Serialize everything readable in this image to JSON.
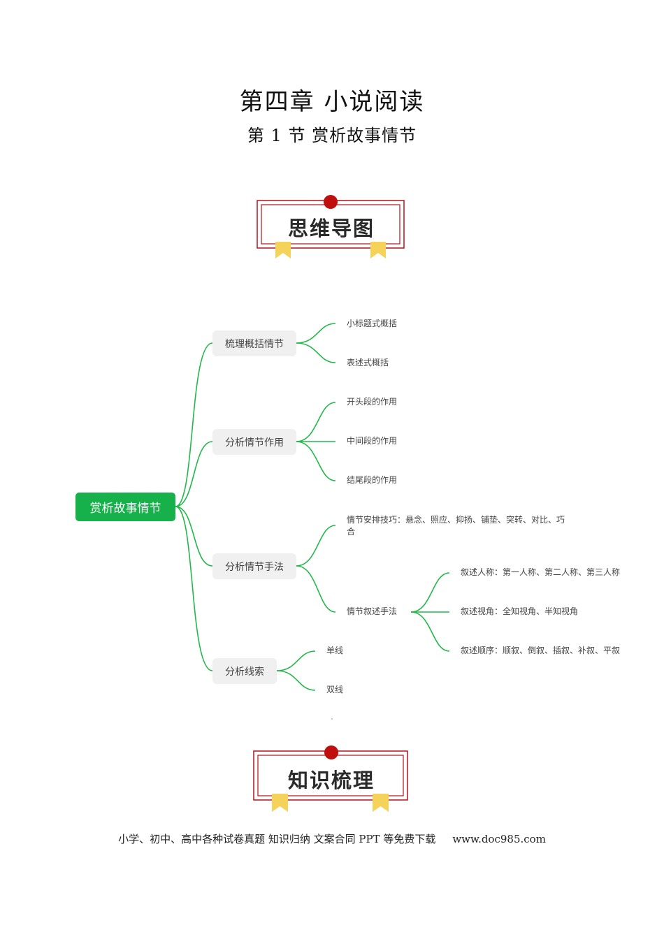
{
  "header": {
    "chapter_title": "第四章 小说阅读",
    "section_title": "第 1 节 赏析故事情节"
  },
  "banners": {
    "mindmap_label": "思维导图",
    "knowledge_label": "知识梳理"
  },
  "mindmap": {
    "root": "赏析故事情节",
    "branches": [
      {
        "label": "梳理概括情节",
        "children": [
          "小标题式概括",
          "表述式概括"
        ]
      },
      {
        "label": "分析情节作用",
        "children": [
          "开头段的作用",
          "中间段的作用",
          "结尾段的作用"
        ]
      },
      {
        "label": "分析情节手法",
        "children": [
          {
            "label": "情节安排技巧：悬念、照应、抑扬、铺垫、突转、对比、巧合"
          },
          {
            "label": "情节叙述手法",
            "children": [
              "叙述人称：第一人称、第二人称、第三人称",
              "叙述视角：全知视角、半知视角",
              "叙述顺序：顺叙、倒叙、插叙、补叙、平叙"
            ]
          }
        ]
      },
      {
        "label": "分析线索",
        "children": [
          "单线",
          "双线"
        ]
      }
    ]
  },
  "footer": {
    "text": "小学、初中、高中各种试卷真题  知识归纳  文案合同  PPT 等免费下载",
    "url": "www.doc985.com"
  },
  "colors": {
    "root_green": "#16b14a",
    "connector_green": "#22b84a",
    "banner_red": "#b3121b",
    "ribbon_yellow": "#f5d25a",
    "branch_bg": "#f0f0f0"
  }
}
